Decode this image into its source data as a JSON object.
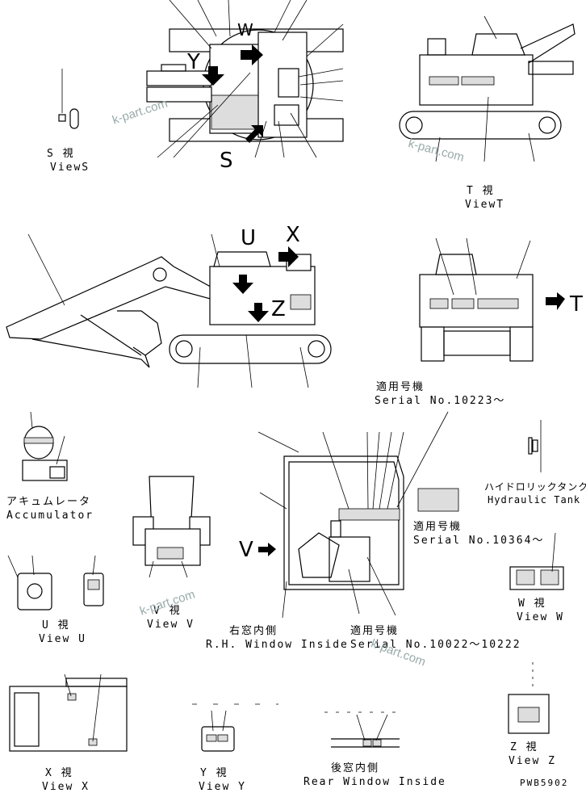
{
  "labels": {
    "view_s_jp": "S 視",
    "view_s": "ViewS",
    "view_t_jp": "T 視",
    "view_t": "ViewT",
    "serial_1_jp": "適用号機",
    "serial_1": "Serial No.10223～",
    "accumulator_jp": "アキュムレータ",
    "accumulator": "Accumulator",
    "hydraulic_tank_jp": "ハイドロリックタンク",
    "hydraulic_tank": "Hydraulic Tank",
    "serial_2_jp": "適用号機",
    "serial_2": "Serial No.10364～",
    "view_u_jp": "U 視",
    "view_u": "View U",
    "view_v_jp": "V 視",
    "view_v": "View V",
    "rh_window_jp": "右窓内側",
    "rh_window": "R.H. Window Inside",
    "serial_3_jp": "適用号機",
    "serial_3": "Serial No.10022～10222",
    "view_w_jp": "W 視",
    "view_w": "View W",
    "view_x_jp": "X 視",
    "view_x": "View X",
    "view_y_jp": "Y 視",
    "view_y": "View Y",
    "rear_window_jp": "後窓内側",
    "rear_window": "Rear Window Inside",
    "view_z_jp": "Z 視",
    "view_z": "View Z",
    "drawing_code": "PWB5902"
  },
  "view_letters": {
    "w": "W",
    "y": "Y",
    "s": "S",
    "u": "U",
    "x": "X",
    "z": "Z",
    "t": "T",
    "v": "V"
  },
  "watermarks": [
    "k-part.com",
    "k-part.com",
    "k-part.com",
    "k-part.com"
  ]
}
